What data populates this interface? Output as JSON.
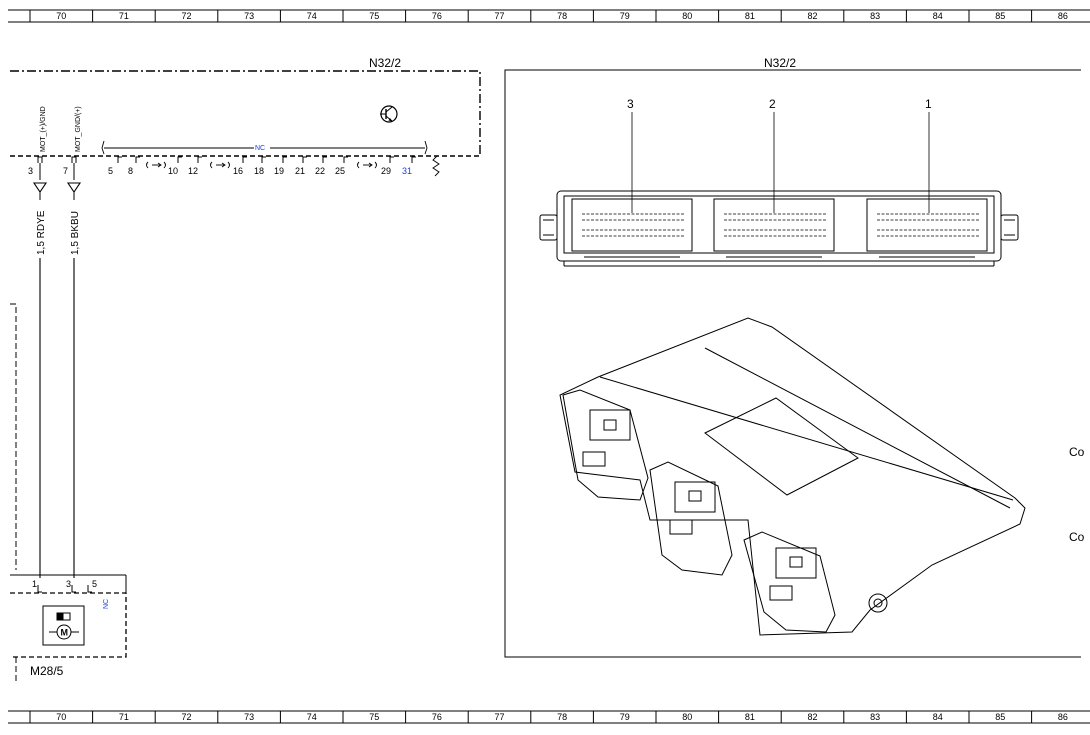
{
  "grid": {
    "columns": [
      "70",
      "71",
      "72",
      "73",
      "74",
      "75",
      "76",
      "77",
      "78",
      "79",
      "80",
      "81",
      "82",
      "83",
      "84",
      "85",
      "86"
    ]
  },
  "ecu": {
    "label": "N32/2",
    "signals": [
      "MOT_(+)/GND",
      "MOT_GND/(+)"
    ],
    "nc": "NC",
    "pins": [
      "3",
      "7",
      "5",
      "8",
      "10",
      "12",
      "16",
      "18",
      "19",
      "21",
      "22",
      "25",
      "29",
      "31"
    ],
    "highlight_pin": "31"
  },
  "wires": [
    {
      "label": "1,5 RDYE"
    },
    {
      "label": "1,5 BKBU"
    }
  ],
  "motor": {
    "label": "M28/5",
    "pins": [
      "1",
      "3",
      "5"
    ],
    "nc": "NC",
    "symbol": "M"
  },
  "connector_view": {
    "label": "N32/2",
    "connectors": [
      "3",
      "2",
      "1"
    ],
    "side_texts": [
      "Co",
      "Co"
    ]
  },
  "colors": {
    "line": "#000000",
    "accent_blue": "#1a3fd6"
  }
}
